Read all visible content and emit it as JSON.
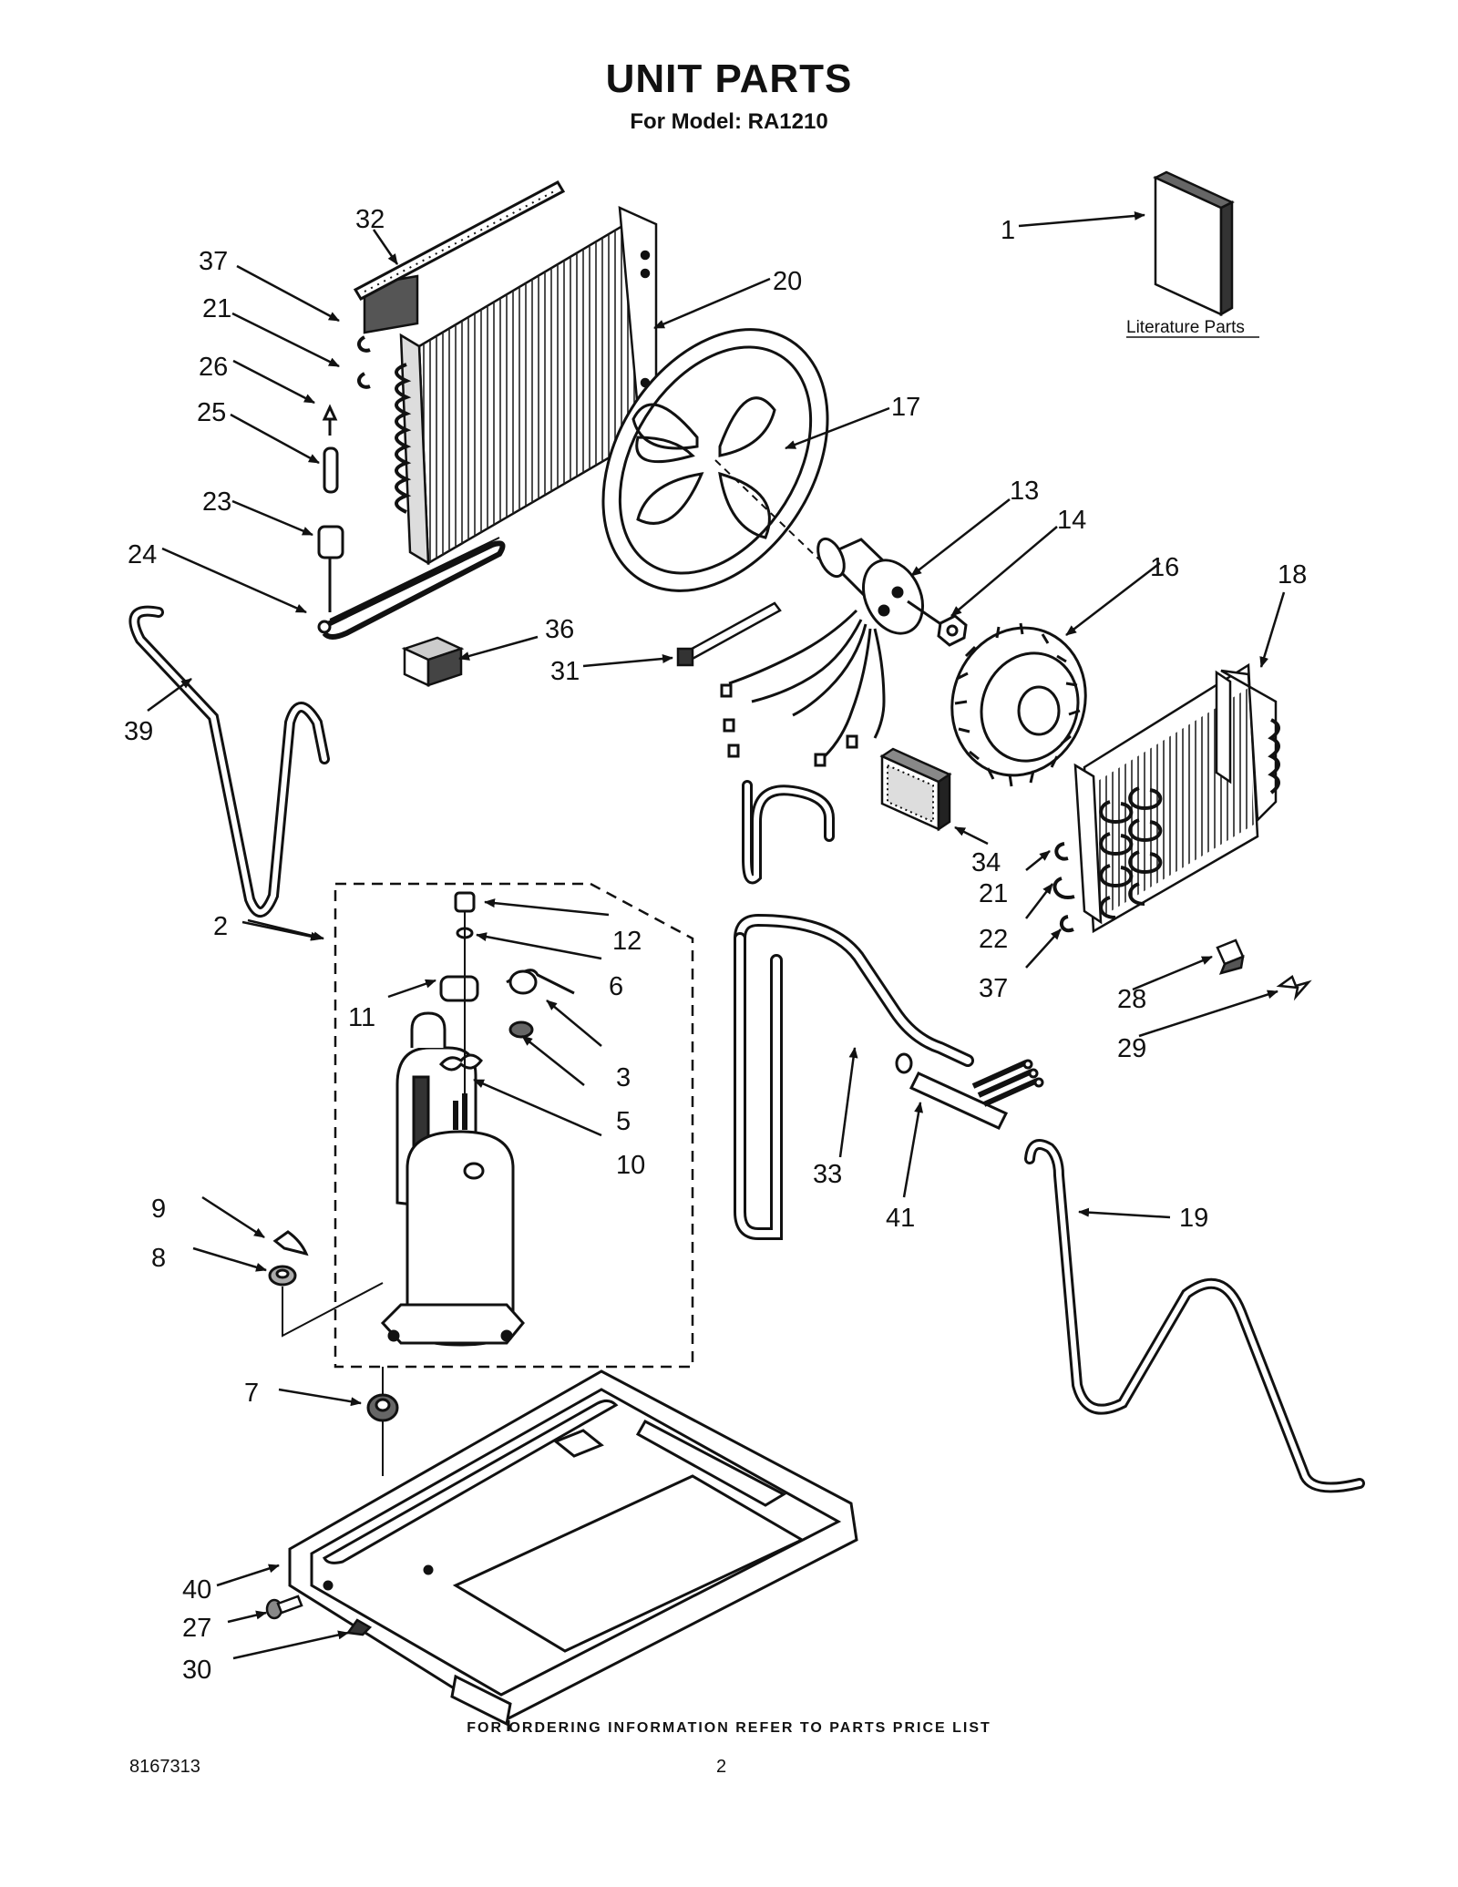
{
  "header": {
    "title": "UNIT PARTS",
    "subtitle": "For Model: RA1210"
  },
  "literature": {
    "caption": "Literature Parts"
  },
  "callouts": [
    "1",
    "2",
    "3",
    "5",
    "6",
    "7",
    "8",
    "9",
    "10",
    "11",
    "12",
    "13",
    "14",
    "16",
    "17",
    "18",
    "19",
    "20",
    "21",
    "22",
    "23",
    "24",
    "25",
    "26",
    "27",
    "28",
    "29",
    "30",
    "31",
    "32",
    "33",
    "34",
    "36",
    "37",
    "21",
    "37",
    "39",
    "40",
    "41"
  ],
  "footer": {
    "note": "FOR ORDERING INFORMATION REFER TO PARTS PRICE LIST",
    "doc_number": "8167313",
    "page_number": "2"
  }
}
